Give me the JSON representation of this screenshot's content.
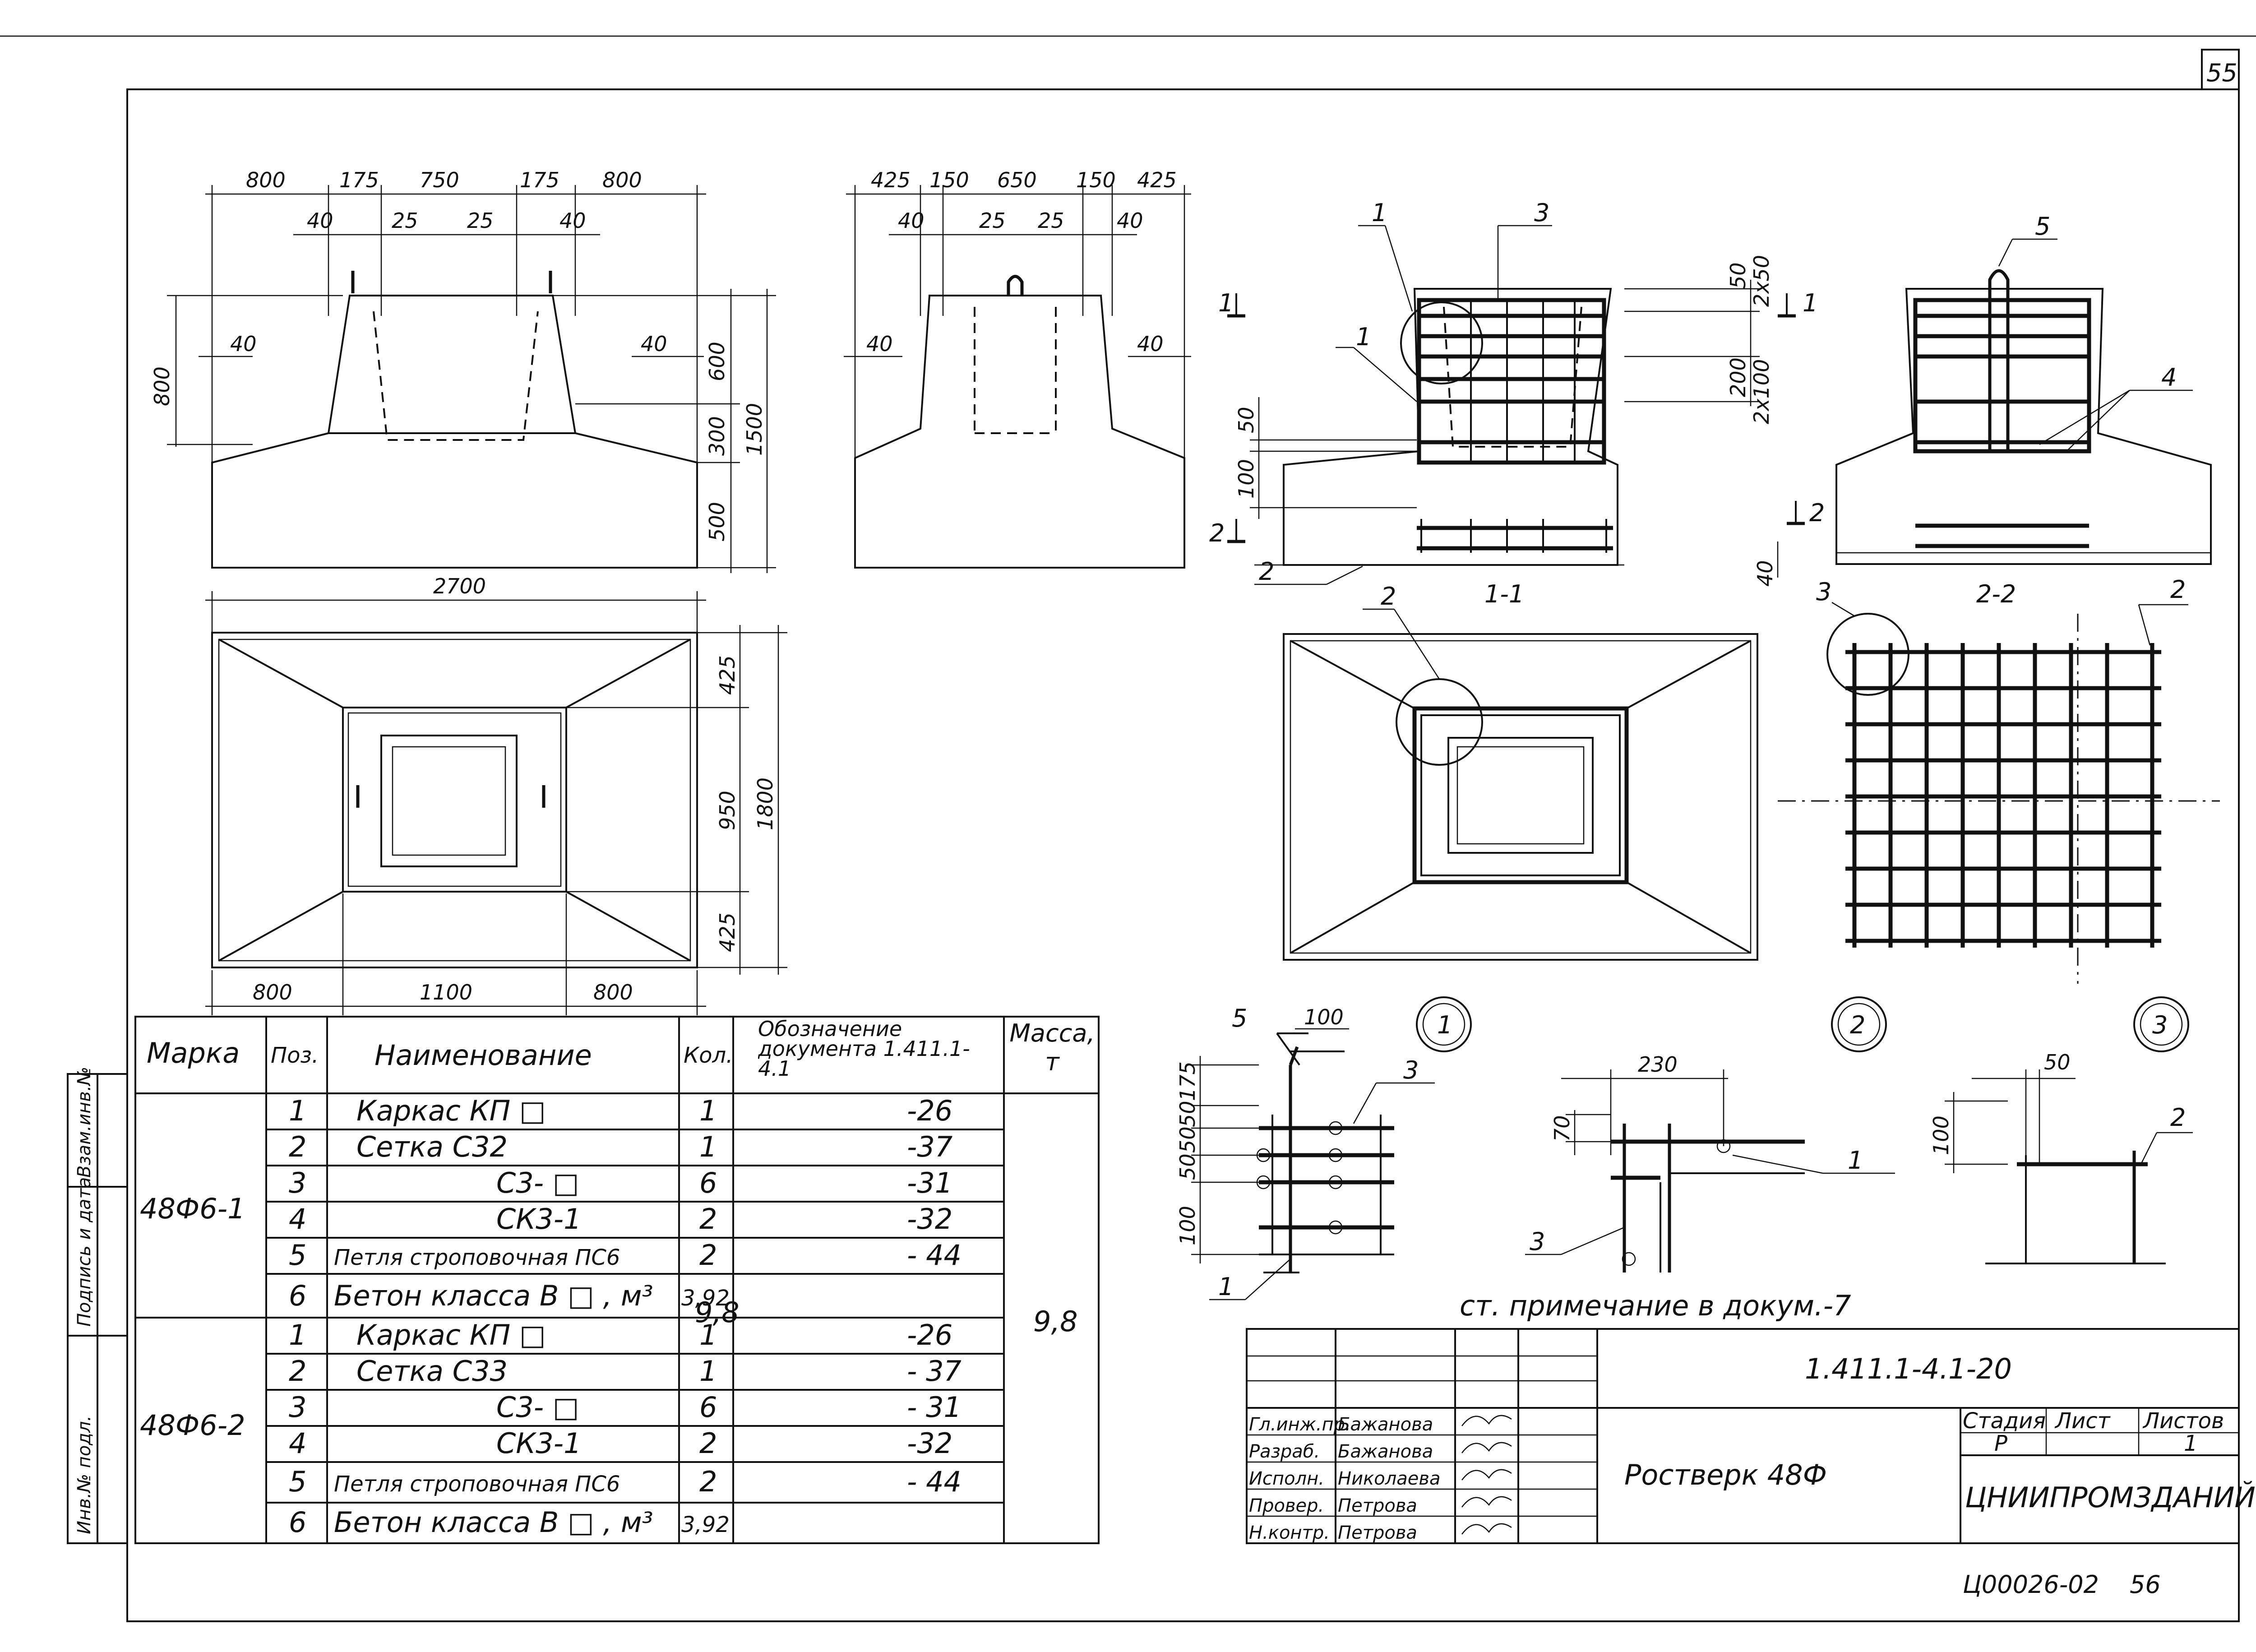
{
  "sheet": {
    "page_number": "55",
    "bottom_page_number": "56",
    "archive_code": "Ц00026-02"
  },
  "drawing_number": "1.411.1-4.1-20",
  "drawing_title": "Ростверк 48Ф",
  "organization": "ЦНИИПРОМЗДАНИЙ",
  "stage_info": {
    "stage_label": "Стадия",
    "sheet_label": "Лист",
    "sheets_label": "Листов",
    "stage": "Р",
    "sheets": "1"
  },
  "signatures": [
    {
      "role": "Гл.инж.пр.",
      "name": "Бажанова"
    },
    {
      "role": "Разраб.",
      "name": "Бажанова"
    },
    {
      "role": "Исполн.",
      "name": "Николаева"
    },
    {
      "role": "Провер.",
      "name": "Петрова"
    },
    {
      "role": "Н.контр.",
      "name": "Петрова"
    }
  ],
  "side_stamp": [
    "Инв.№ подл.",
    "Подпись и дата",
    "Взам.инв.№"
  ],
  "note": "ст. примечание в докум.-7",
  "dims": {
    "front_top": [
      "800",
      "175",
      "750",
      "175",
      "800"
    ],
    "front_inner": [
      "40",
      "25",
      "25",
      "40"
    ],
    "front_side": [
      "40",
      "40"
    ],
    "front_left_height": "800",
    "front_right": [
      "600",
      "300",
      "500"
    ],
    "front_total": "1500",
    "side_top": [
      "425",
      "150",
      "650",
      "150",
      "425"
    ],
    "side_inner": [
      "40",
      "25",
      "25",
      "40"
    ],
    "side_side": [
      "40",
      "40"
    ],
    "plan_width": "2700",
    "plan_bottom": [
      "800",
      "1100",
      "800"
    ],
    "plan_right": [
      "425",
      "950",
      "425"
    ],
    "plan_total": "1800",
    "sec_right": [
      "50",
      "2x50",
      "200",
      "2x100"
    ],
    "sec_left": [
      "50",
      "100"
    ],
    "sec_bottom": "40",
    "det1": [
      "100",
      "175",
      "50",
      "50",
      "50",
      "100"
    ],
    "det2": [
      "230",
      "70"
    ],
    "det3": [
      "50",
      "100"
    ]
  },
  "section_labels": {
    "sec11": "1-1",
    "sec22": "2-2",
    "cut1": "1",
    "cut2": "2"
  },
  "callouts": [
    "1",
    "2",
    "3",
    "4",
    "5"
  ],
  "detail_markers": [
    "1",
    "2",
    "3"
  ],
  "spec_table": {
    "headers": {
      "mark": "Марка",
      "pos": "Поз.",
      "name": "Наименование",
      "qty": "Кол.",
      "doc": "Обозначение документа 1.411.1-4.1",
      "mass": "Масса, т"
    },
    "mass": "9,8",
    "groups": [
      {
        "mark": "48Ф6-1",
        "rows": [
          {
            "pos": "1",
            "name": "Каркас   КП □",
            "qty": "1",
            "doc": "-26"
          },
          {
            "pos": "2",
            "name": "Сетка   С32",
            "qty": "1",
            "doc": "-37"
          },
          {
            "pos": "3",
            "name": "С3- □",
            "qty": "6",
            "doc": "-31"
          },
          {
            "pos": "4",
            "name": "СК3-1",
            "qty": "2",
            "doc": "-32"
          },
          {
            "pos": "5",
            "name": "Петля строповочная ПС6",
            "qty": "2",
            "doc": "- 44"
          },
          {
            "pos": "6",
            "name": "Бетон класса В □ , м³",
            "qty": "3,92",
            "doc": ""
          }
        ]
      },
      {
        "mark": "48Ф6-2",
        "rows": [
          {
            "pos": "1",
            "name": "Каркас   КП □",
            "qty": "1",
            "doc": "-26"
          },
          {
            "pos": "2",
            "name": "Сетка   С33",
            "qty": "1",
            "doc": "- 37"
          },
          {
            "pos": "3",
            "name": "С3- □",
            "qty": "6",
            "doc": "- 31"
          },
          {
            "pos": "4",
            "name": "СК3-1",
            "qty": "2",
            "doc": "-32"
          },
          {
            "pos": "5",
            "name": "Петля строповочная ПС6",
            "qty": "2",
            "doc": "- 44"
          },
          {
            "pos": "6",
            "name": "Бетон класса В □ , м³",
            "qty": "3,92",
            "doc": ""
          }
        ]
      }
    ]
  }
}
